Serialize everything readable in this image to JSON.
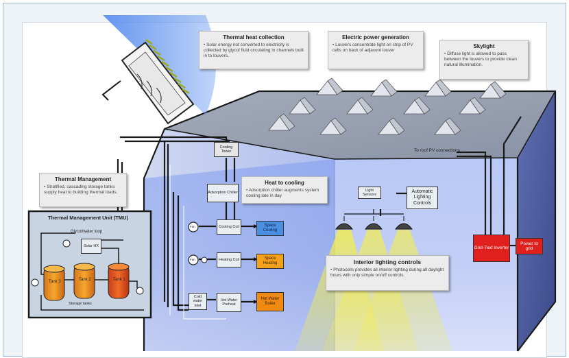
{
  "callouts": {
    "thermal_heat": {
      "title": "Thermal heat collection",
      "body": "• Solar energy not converted to electricity is collected by glycol fluid circulating in channels built in to louvers."
    },
    "electric_power": {
      "title": "Electric power generation",
      "body": "• Louvers concentrate light on strip of PV cells on back of adjacent louver"
    },
    "skylight": {
      "title": "Skylight",
      "body": "• Diffuse light is allowed to pass between the louvers to provide clean natural illumination."
    },
    "thermal_mgmt": {
      "title": "Thermal Management",
      "body": "• Stratified, cascading storage tanks supply heat to building thermal loads."
    },
    "heat_to_cooling": {
      "title": "Heat to cooling",
      "body": "• Adsorption chiller augments system cooling late in day"
    },
    "interior_lighting": {
      "title": "Interior lighting controls",
      "body": "• Photocells provides all interior lighting during all daylight hours with only simple on/off controls."
    }
  },
  "tmu": {
    "title": "Thermal Management Unit (TMU)",
    "loop_label": "Glycol/water loop",
    "solar_hx": "Solar HX",
    "tanks": [
      "Tank 3",
      "Tank 2",
      "Tank 1"
    ],
    "storage_label": "Storage tanks"
  },
  "components": {
    "cooling_tower": "Cooling Tower",
    "adsorption_chiller": "Adsorption Chiller",
    "cooling_coil": "Cooling Coil",
    "heating_coil": "Heating Coil",
    "cold_water_inlet": "Cold water inlet",
    "hot_water_preheat": "Hot Water Preheat",
    "fan1": "Fan",
    "fan2": "Fan",
    "light_sensors": "Light Sensors",
    "lighting_controls": "Automatic Lighting Controls",
    "inverter": "Grid-Tied Inverter"
  },
  "outputs": {
    "space_cooling": "Space Cooling",
    "space_heating": "Space Heating",
    "hot_water_boiler": "Hot Water Boiler",
    "power_to_grid": "Power to grid"
  },
  "roof_pv_label": "To roof PV connections",
  "colors": {
    "building_blue": "#6f8fea",
    "roof_gray": "#9aa2b3",
    "space_cooling": "#4a8fe0",
    "space_heating": "#f4a21c",
    "hot_water": "#f08a12",
    "inverter_red": "#e0201c",
    "lamp_yellow": "#f4ee4a",
    "tmu_bg": "#c9d4e3"
  }
}
